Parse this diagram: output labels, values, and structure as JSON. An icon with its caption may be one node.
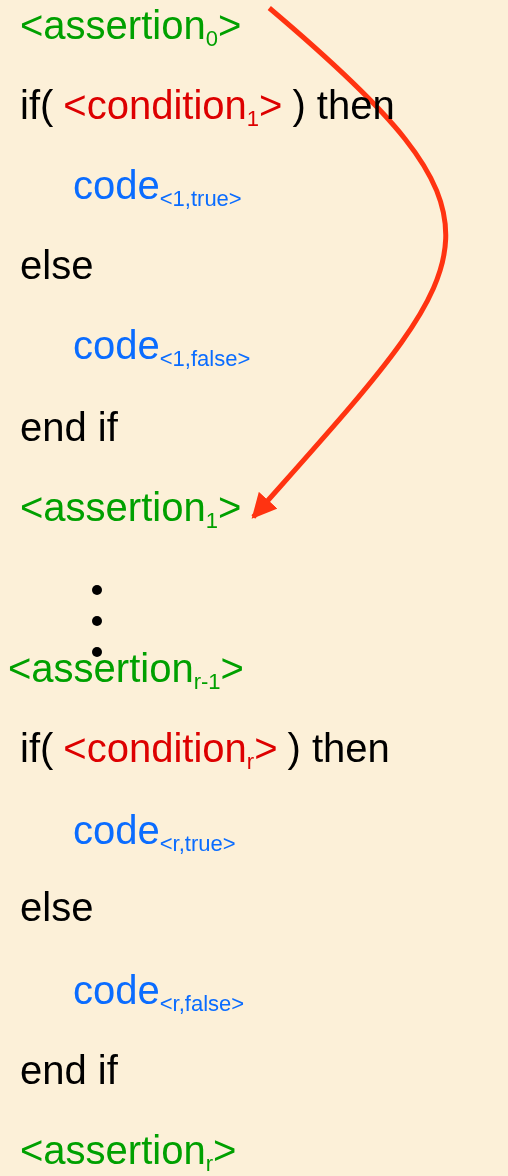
{
  "diagram": {
    "nodes": [
      {
        "text": [
          "<assertion$_{0}$>"
        ]
      },
      {
        "text": [
          "<assertion$_{1}$>"
        ]
      }
    ],
    "edges": [
      {
        "from": 0,
        "to": 1,
        "arrow": "to",
        "color": "#ff3311"
      }
    ],
    "labels": [
      "if(",
      "<condition$_{1}$>",
      ") then",
      "code$_{<1,true>}$",
      "else",
      "code$_{<1,false>}$",
      "end if",
      "<assertion$_{r-1}$>",
      "if(",
      "<condition$_{r}$>",
      ") then",
      "code$_{<r,true>}$",
      "else",
      "code$_{<r,false>}$",
      "end if",
      "<assertion$_{r}$>"
    ]
  }
}
